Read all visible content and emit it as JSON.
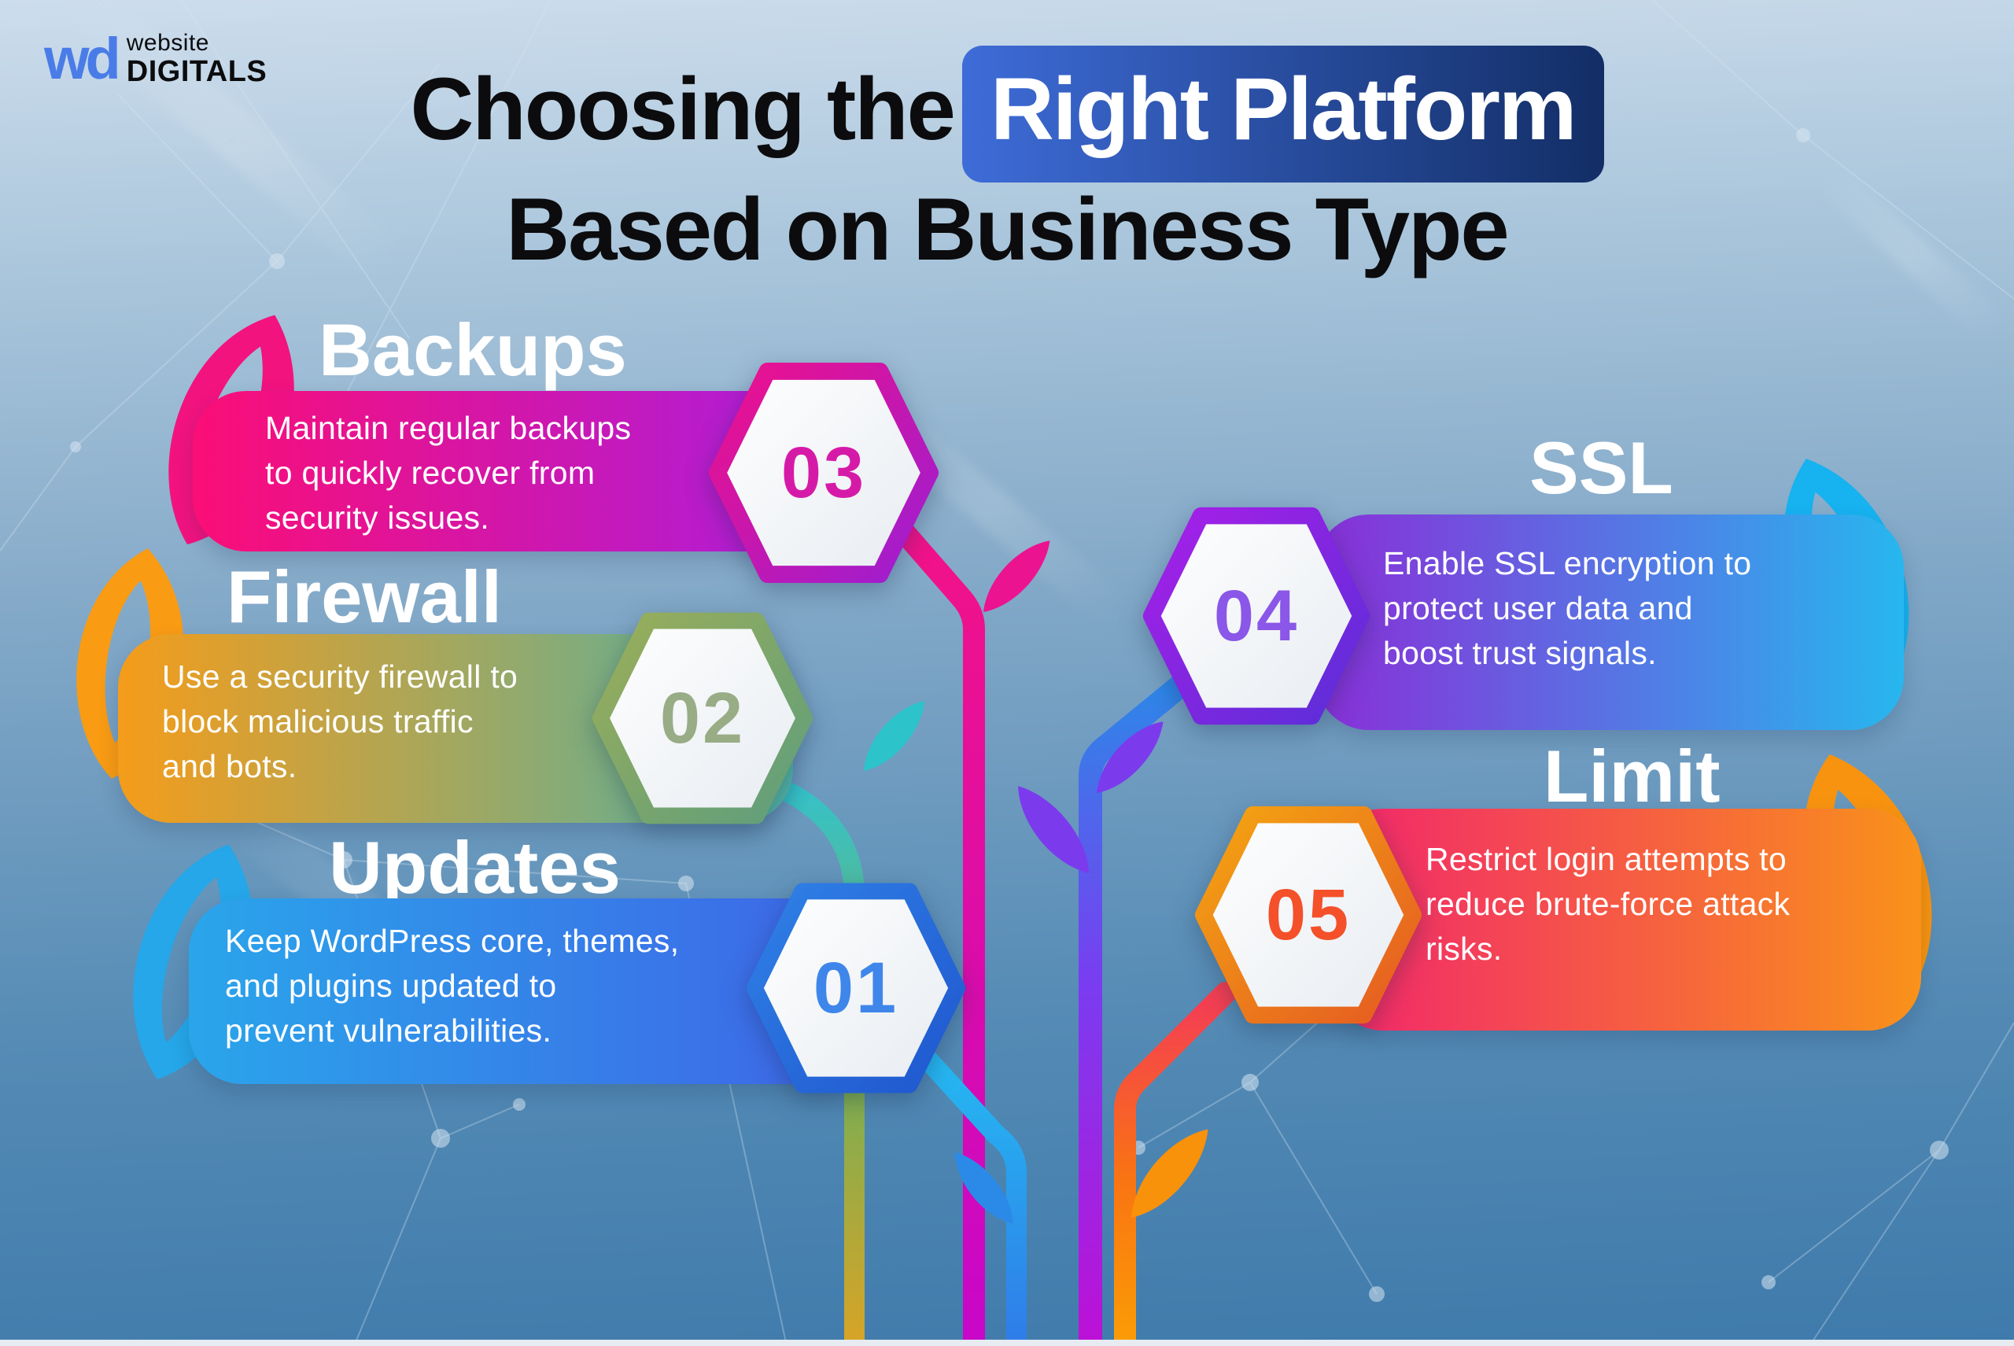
{
  "logo": {
    "mark": "wd",
    "line1": "website",
    "line2": "DIGITALS"
  },
  "title": {
    "prefix": "Choosing the",
    "highlight": "Right Platform",
    "line2": "Based on Business Type",
    "highlight_from": "#3e6cd8",
    "highlight_to": "#132e66",
    "text_color": "#0c0c0e"
  },
  "items": [
    {
      "number": "03",
      "heading": "Backups",
      "lines": [
        "Maintain regular backups",
        "to quickly recover from",
        "security issues."
      ],
      "colors": {
        "bar_from": "#fb0e76",
        "bar_to": "#a81fe0",
        "number": "#d61aa8",
        "hex_border_from": "#ee108c",
        "hex_border_to": "#9c1ed2",
        "leaf": "#f2137f"
      }
    },
    {
      "number": "02",
      "heading": "Firewall",
      "lines": [
        "Use a security firewall to",
        "block malicious traffic",
        "and bots."
      ],
      "colors": {
        "bar_from": "#f59c1a",
        "bar_to": "#4fb3a6",
        "number": "#98ac86",
        "hex_border_from": "#9aae5a",
        "hex_border_to": "#5f9e7c",
        "leaf": "#f99b13"
      }
    },
    {
      "number": "01",
      "heading": "Updates",
      "lines": [
        "Keep WordPress core, themes,",
        "and plugins updated to",
        "prevent vulnerabilities."
      ],
      "colors": {
        "bar_from": "#2aa5ea",
        "bar_to": "#3f63e7",
        "number": "#3f86ea",
        "hex_border_from": "#2f80e6",
        "hex_border_to": "#2057cf",
        "leaf": "#25a7e9"
      }
    },
    {
      "number": "04",
      "heading": "SSL",
      "lines": [
        "Enable SSL encryption to",
        "protect user data and",
        "boost trust signals."
      ],
      "colors": {
        "bar_from": "#8a2ed8",
        "bar_to": "#27b7ef",
        "number": "#8a57e8",
        "hex_border_from": "#a81fe8",
        "hex_border_to": "#5a2ed8",
        "leaf": "#17b2f0"
      }
    },
    {
      "number": "05",
      "heading": "Limit",
      "lines": [
        "Restrict login attempts to",
        "reduce brute-force attack",
        "risks."
      ],
      "colors": {
        "bar_from": "#f2256d",
        "bar_to": "#f9921a",
        "number": "#f4502a",
        "hex_border_from": "#f4a512",
        "hex_border_to": "#e55a22",
        "leaf": "#f8930f"
      }
    }
  ],
  "stems": {
    "backups": {
      "from": "#f0128a",
      "to": "#c707c9",
      "leaf": "#ec1390"
    },
    "firewall": {
      "from": "#35c2c9",
      "mid": "#7fae52",
      "to": "#d8a426",
      "leaf": "#2cc3cb"
    },
    "updates": {
      "from": "#25b9f2",
      "to": "#2f7ce8",
      "leaf": "#2b8ae8"
    },
    "ssl": {
      "from": "#2f85e8",
      "mid": "#7a3cf0",
      "to": "#bd10d6",
      "leaf": "#7c3aed"
    },
    "limit": {
      "from": "#f43f52",
      "mid": "#f97313",
      "to": "#fb9d05",
      "leaf": "#f9920b"
    }
  },
  "background": {
    "top": "#cdddec",
    "upper": "#a9c5db",
    "mid": "#7fa6c6",
    "lower": "#558bb5",
    "bottom": "#3e7aab",
    "strip": "#e6ecf2",
    "constellation": "#d7e6f2"
  }
}
